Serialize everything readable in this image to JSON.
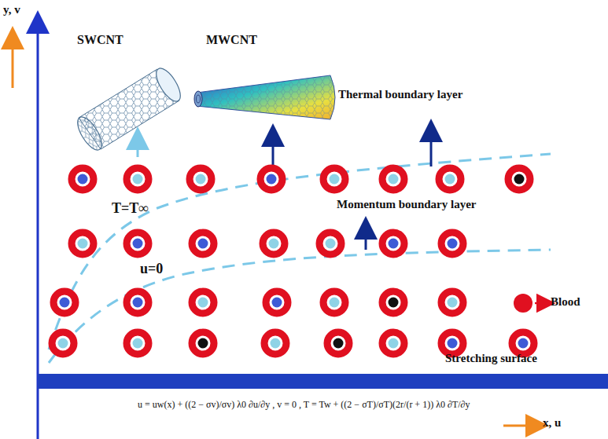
{
  "diagram": {
    "labels": [
      "y, v",
      "SWCNT",
      "MWCNT",
      "Thermal boundary layer",
      "Momentum boundary layer",
      "T=T∞",
      "u=0",
      "Blood",
      "Stretching surface",
      "x, u",
      "u = uw(x) + ((2 − σv)/σv) λ0 ∂u/∂y ,  v = 0 ,  T = Tw + ((2 − σT)/σT)(2r/(r + 1)) λ0 ∂T/∂y"
    ]
  }
}
